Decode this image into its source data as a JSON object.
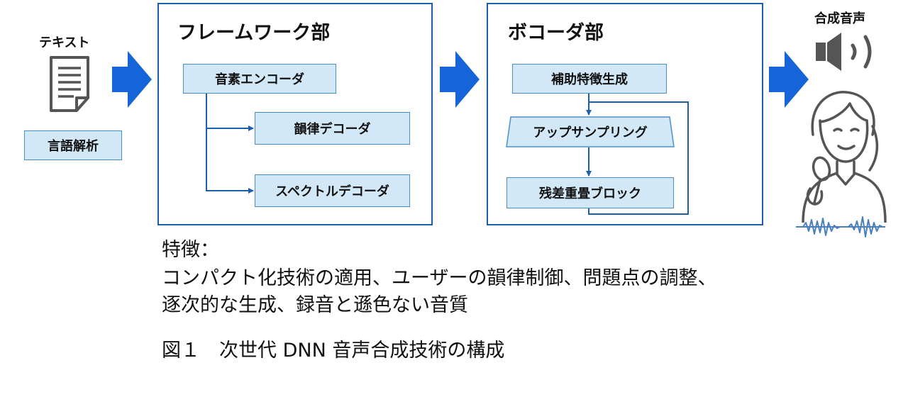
{
  "input_label": "テキスト",
  "language_analysis": "言語解析",
  "framework": {
    "title": "フレームワーク部",
    "phoneme_encoder": "音素エンコーダ",
    "prosody_decoder": "韻律デコーダ",
    "spectral_decoder": "スペクトルデコーダ"
  },
  "vocoder": {
    "title": "ボコーダ部",
    "aux_feature": "補助特徴生成",
    "upsampling": "アップサンプリング",
    "residual_block": "残差重畳ブロック"
  },
  "output_label": "合成音声",
  "features": {
    "heading": "特徴：",
    "line1": "コンパクト化技術の適用、ユーザーの韻律制御、問題点の調整、",
    "line2": "逐次的な生成、録音と遜色ない音質"
  },
  "caption": "図１　次世代 DNN 音声合成技術の構成",
  "colors": {
    "frame_border": "#1b5fae",
    "box_fill": "#d3e8f6",
    "box_border": "#4a90c8",
    "arrow_fill": "#1565d8",
    "icon_stroke": "#555555"
  },
  "icons": [
    "document-icon",
    "speaker-icon",
    "person-with-microphone-icon",
    "waveform-icon"
  ]
}
